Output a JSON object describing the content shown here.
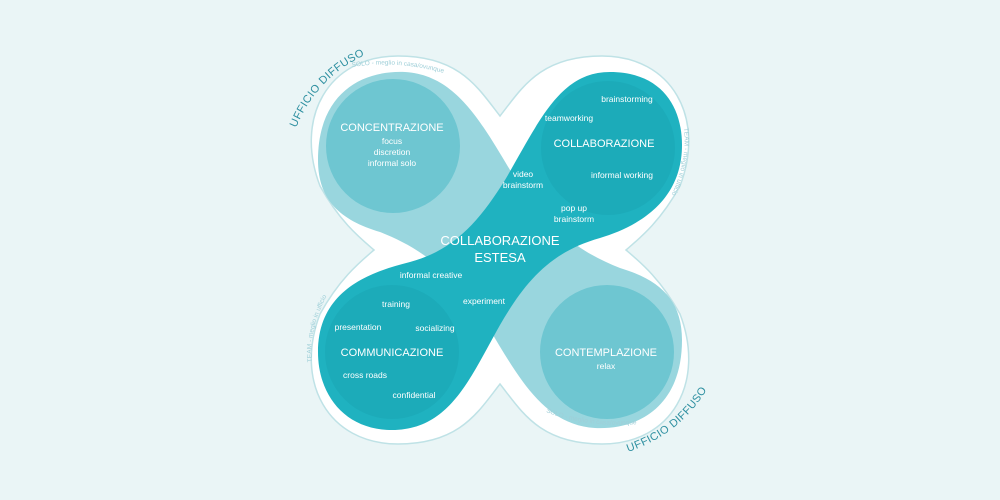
{
  "colors": {
    "background": "#eaf5f6",
    "outer_shape": "#ffffff",
    "outer_stroke": "#bfe2e6",
    "teal_dark": "#1fb2c0",
    "teal_light": "#99d6de",
    "circle_fill": "#6ec6d1",
    "text_white": "#ffffff",
    "text_teal": "#2d8fa0",
    "arc_text": "#9fcfd8"
  },
  "outer_labels": {
    "ufficio_top_left": "UFFICIO DIFFUSO",
    "ufficio_bottom_right": "UFFICIO DIFFUSO"
  },
  "arc_labels": {
    "top": "SOLO - meglio in casa/ovunque",
    "right": "TEAM - meglio in ufficio",
    "left": "TEAM - meglio in ufficio",
    "bottom": "SOLO - meglio in casa/ovunque"
  },
  "zones": {
    "concentrazione": {
      "title": "CONCENTRAZIONE",
      "items": [
        "focus",
        "discretion",
        "informal solo"
      ]
    },
    "collaborazione": {
      "title": "COLLABORAZIONE",
      "items": [
        "brainstorming",
        "teamworking",
        "informal working"
      ]
    },
    "comunicazione": {
      "title": "COMMUNICAZIONE",
      "items": [
        "training",
        "presentation",
        "socializing",
        "cross roads",
        "confidential"
      ]
    },
    "contemplazione": {
      "title": "CONTEMPLAZIONE",
      "items": [
        "relax"
      ]
    }
  },
  "center": {
    "title_line1": "COLLABORAZIONE",
    "title_line2": "ESTESA",
    "items": [
      "video",
      "brainstorm",
      "pop up",
      "brainstorm",
      "informal creative",
      "experiment"
    ]
  }
}
